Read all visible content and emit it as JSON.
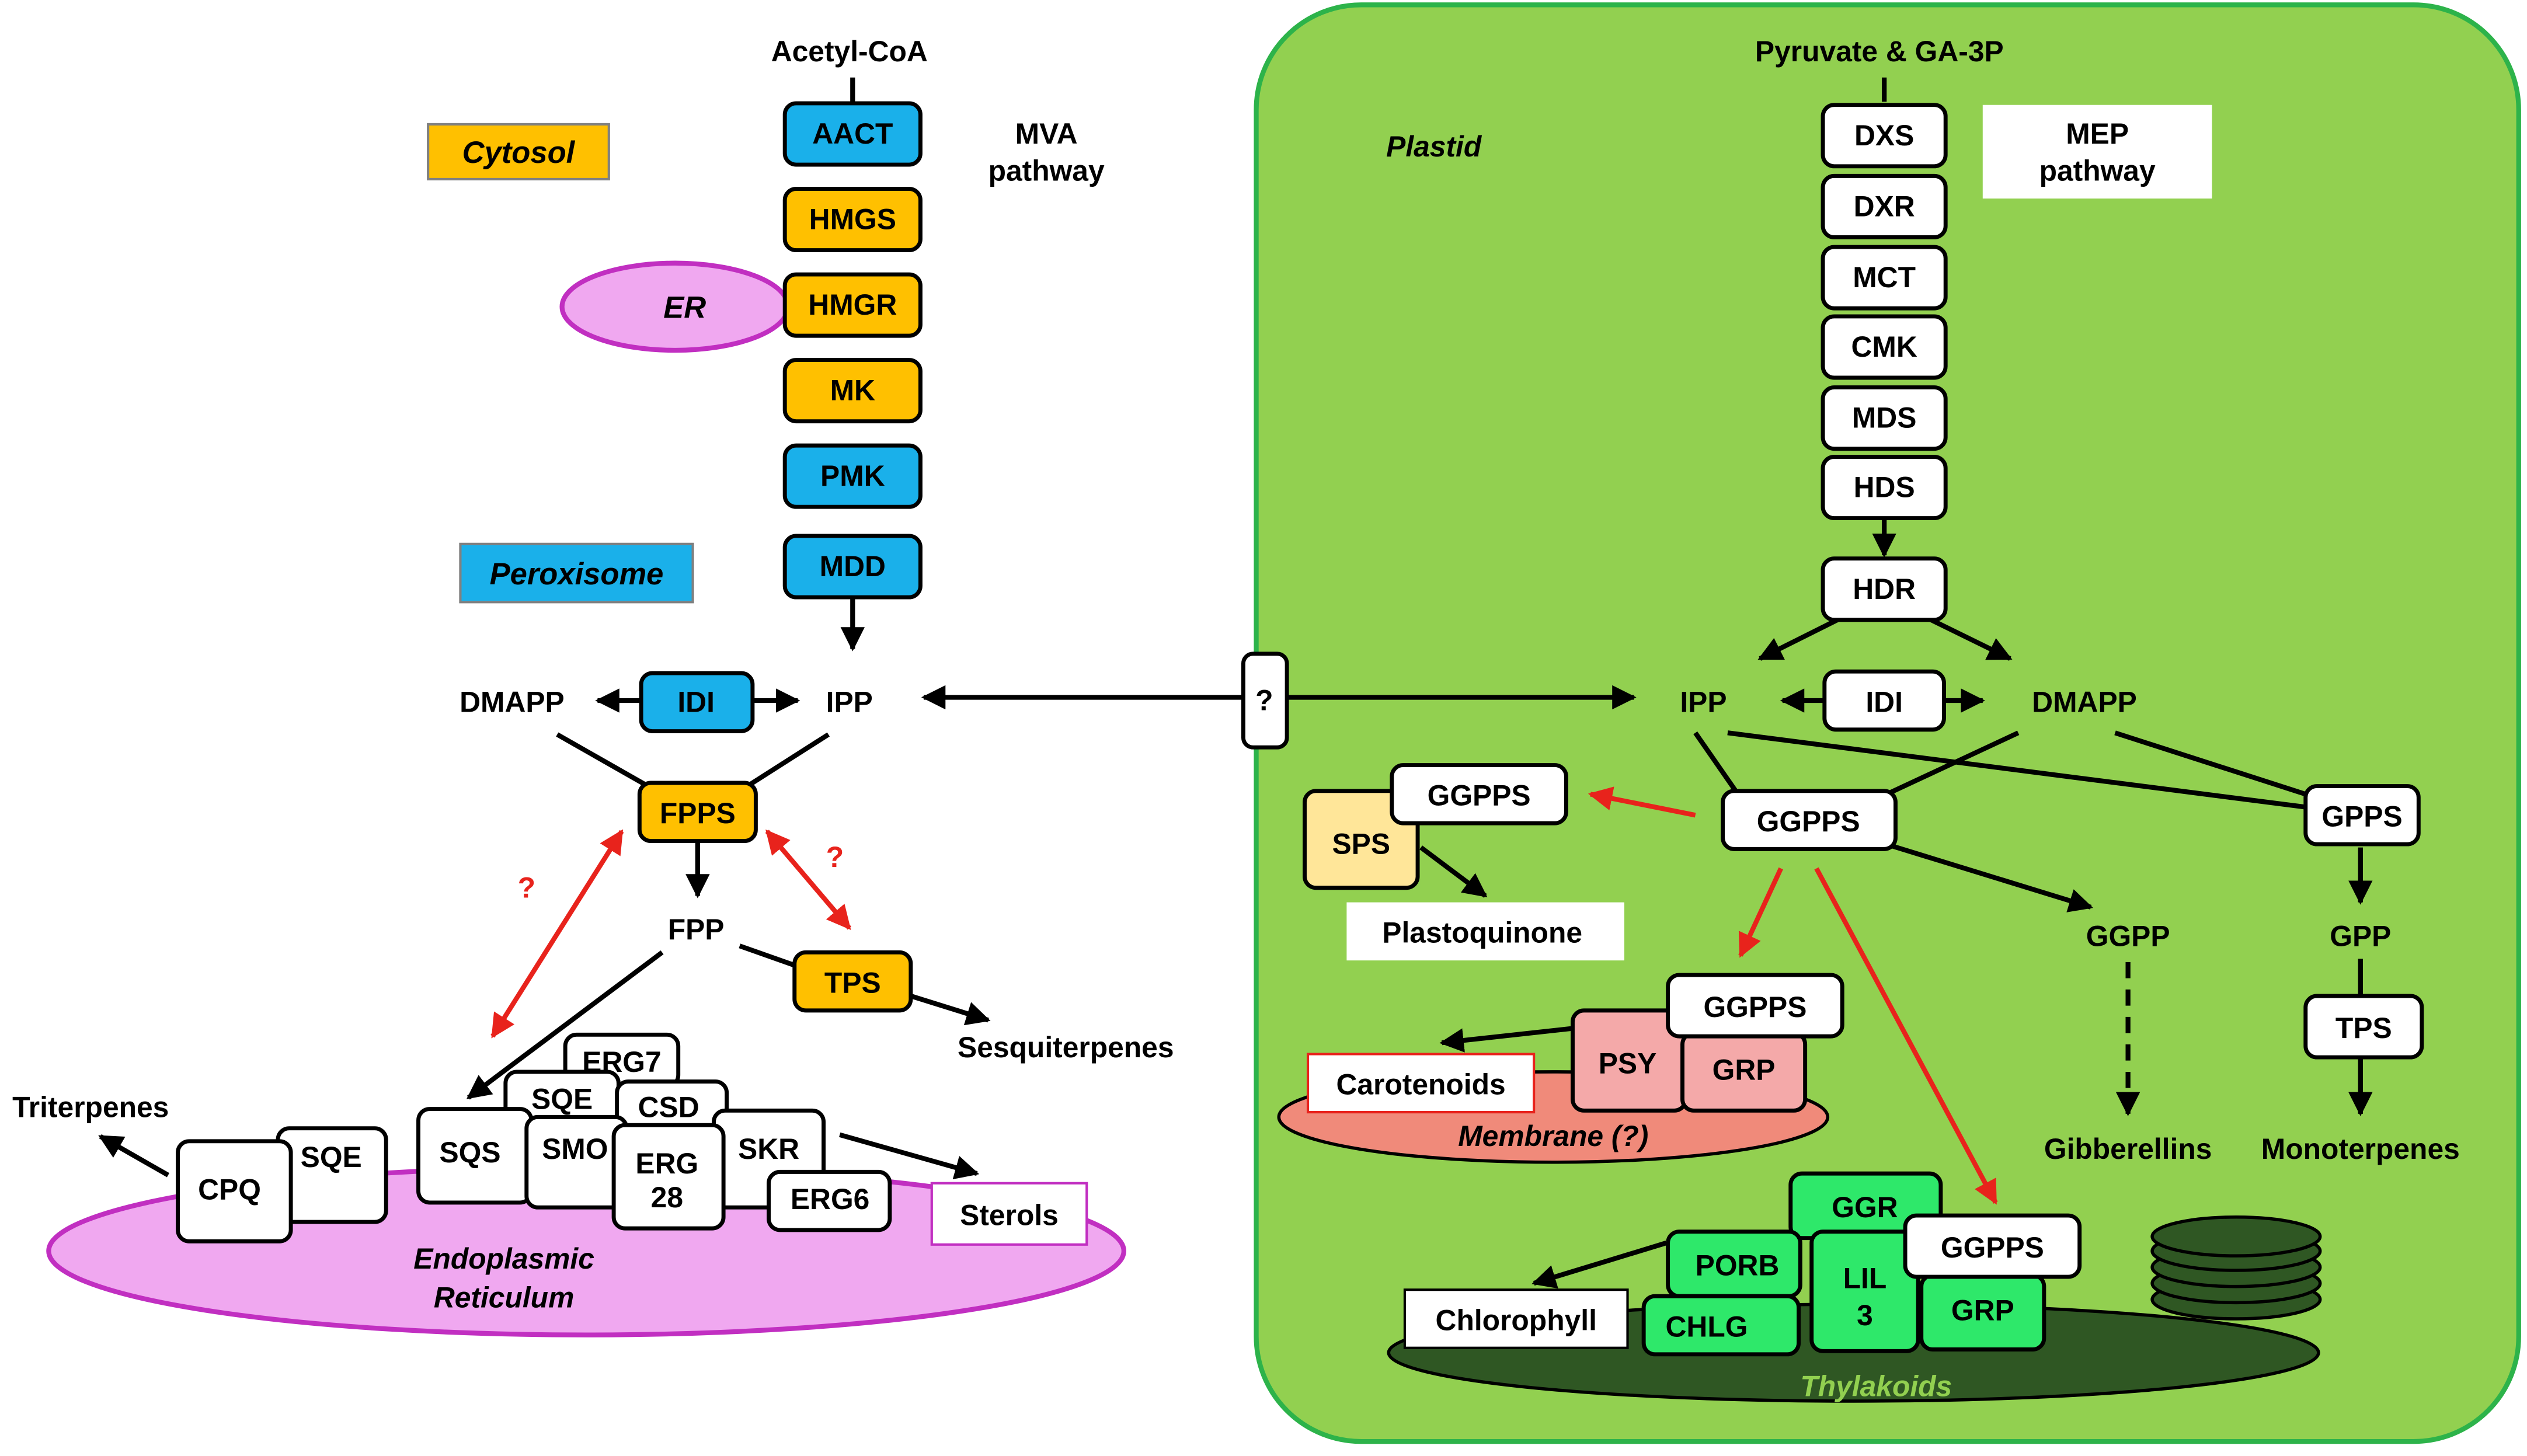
{
  "colors": {
    "plastid_fill": "#92d050",
    "plastid_border": "#2db34a",
    "cytosol": "#ffc000",
    "peroxisome": "#1ab0ea",
    "er": "#f0a8f0",
    "er_border": "#c12fc1",
    "membrane": "#f08a7a",
    "membrane_box": "#f4a9a9",
    "thylakoid": "#2f5723",
    "thylakoid_enzyme": "#2ee86a",
    "sps": "#ffe699",
    "red_arrow": "#e8231c",
    "white": "#ffffff",
    "black": "#000000"
  },
  "labels": {
    "acetyl_coa": "Acetyl-CoA",
    "mva_pathway_1": "MVA",
    "mva_pathway_2": "pathway",
    "cytosol": "Cytosol",
    "er": "ER",
    "peroxisome": "Peroxisome",
    "pyruvate": "Pyruvate & GA-3P",
    "mep_pathway_1": "MEP",
    "mep_pathway_2": "pathway",
    "plastid": "Plastid",
    "dmapp_left": "DMAPP",
    "ipp_left": "IPP",
    "transport_unknown": "?",
    "ipp_right": "IPP",
    "dmapp_right": "DMAPP",
    "fpp": "FPP",
    "sesquiterpenes": "Sesquiterpenes",
    "triterpenes": "Triterpenes",
    "er_name_1": "Endoplasmic",
    "er_name_2": "Reticulum",
    "sterols": "Sterols",
    "red_q_left": "?",
    "red_q_right": "?",
    "plastoquinone": "Plastoquinone",
    "carotenoids": "Carotenoids",
    "membrane": "Membrane (?)",
    "ggpp": "GGPP",
    "gibberellins": "Gibberellins",
    "gpp": "GPP",
    "monoterpenes": "Monoterpenes",
    "chlorophyll": "Chlorophyll",
    "thylakoids": "Thylakoids"
  },
  "enzymes": {
    "aact": "AACT",
    "hmgs": "HMGS",
    "hmgr": "HMGR",
    "mk": "MK",
    "pmk": "PMK",
    "mdd": "MDD",
    "idi_left": "IDI",
    "fpps": "FPPS",
    "tps_left": "TPS",
    "cpq": "CPQ",
    "sqe_left": "SQE",
    "sqs": "SQS",
    "sqe_mid": "SQE",
    "erg7": "ERG7",
    "csd": "CSD",
    "smo": "SMO",
    "erg28_1": "ERG",
    "erg28_2": "28",
    "skr": "SKR",
    "erg6": "ERG6",
    "dxs": "DXS",
    "dxr": "DXR",
    "mct": "MCT",
    "cmk": "CMK",
    "mds": "MDS",
    "hds": "HDS",
    "hdr": "HDR",
    "idi_right": "IDI",
    "ggpps_center": "GGPPS",
    "ggpps_sps": "GGPPS",
    "sps": "SPS",
    "gpps": "GPPS",
    "tps_right": "TPS",
    "ggpps_membrane": "GGPPS",
    "psy": "PSY",
    "grp_membrane": "GRP",
    "ggr": "GGR",
    "porb": "PORB",
    "lil3_1": "LIL",
    "lil3_2": "3",
    "ggpps_thylakoid": "GGPPS",
    "grp_thylakoid": "GRP",
    "chlg": "CHLG"
  }
}
